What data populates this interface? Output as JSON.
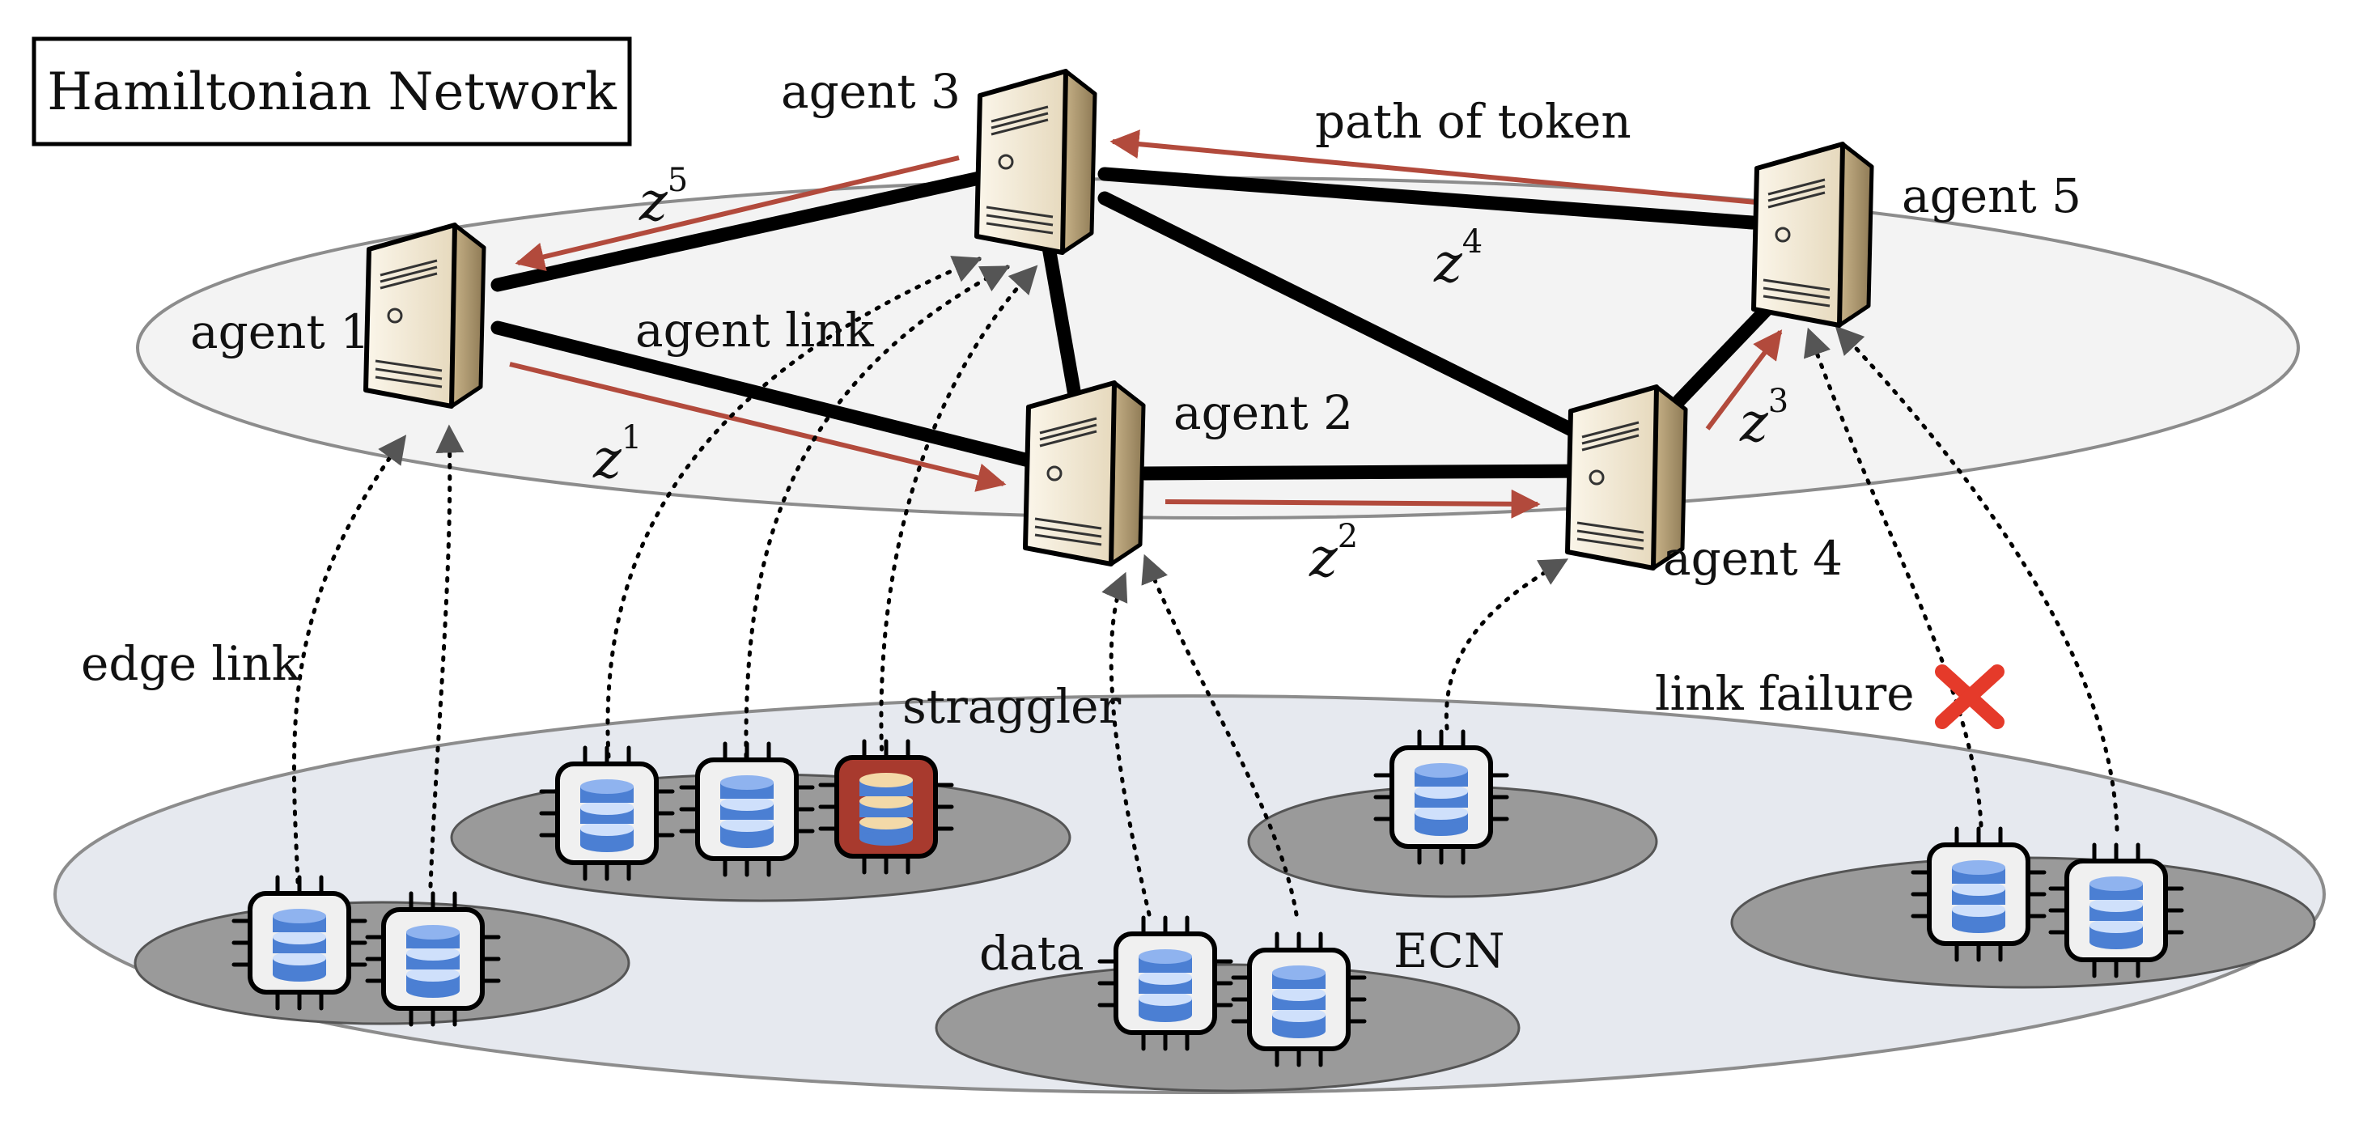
{
  "title": "Hamiltonian Network",
  "agents": [
    {
      "id": "agent1",
      "label": "agent 1"
    },
    {
      "id": "agent2",
      "label": "agent 2"
    },
    {
      "id": "agent3",
      "label": "agent 3"
    },
    {
      "id": "agent4",
      "label": "agent 4"
    },
    {
      "id": "agent5",
      "label": "agent 5"
    }
  ],
  "labels": {
    "agent_link": "agent link",
    "path_of_token": "path of token",
    "edge_link": "edge link",
    "straggler": "straggler",
    "link_failure": "link failure",
    "data": "data",
    "ecn": "ECN"
  },
  "tokens": [
    {
      "symbol": "z",
      "sup": "1"
    },
    {
      "symbol": "z",
      "sup": "2"
    },
    {
      "symbol": "z",
      "sup": "3"
    },
    {
      "symbol": "z",
      "sup": "4"
    },
    {
      "symbol": "z",
      "sup": "5"
    }
  ],
  "colors": {
    "token_path": "#b24a3c",
    "agent_link": "#000000",
    "agent_plane": "#f3f3f3",
    "edge_plane": "#e6e9ef",
    "cluster_shadow": "#9a9a9a",
    "database": "#4b7fd3",
    "straggler": "#a83a2e",
    "failure": "#e53a2a"
  }
}
